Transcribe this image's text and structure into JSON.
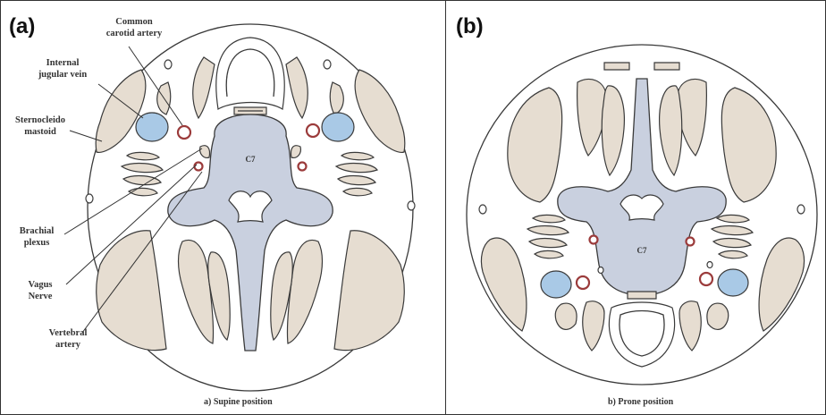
{
  "panel_a": {
    "letter": "(a)",
    "caption": "a) Supine position",
    "vertebra_label": "C7",
    "labels": {
      "common_carotid": [
        "Common",
        "carotid artery"
      ],
      "internal_jugular": [
        "Internal",
        "jugular vein"
      ],
      "sternocleido": [
        "Sternocleido",
        "mastoid"
      ],
      "brachial": [
        "Brachial",
        "plexus"
      ],
      "vagus": [
        "Vagus",
        "Nerve"
      ],
      "vertebral": [
        "Vertebral",
        "artery"
      ]
    }
  },
  "panel_b": {
    "letter": "(b)",
    "caption": "b) Prone position",
    "vertebra_label": "C7"
  },
  "colors": {
    "muscle": "#e6ddd1",
    "vertebra": "#c9d0df",
    "vein": "#a9c9e6",
    "artery": "#c97a7a",
    "outline": "#3a3a3a"
  }
}
